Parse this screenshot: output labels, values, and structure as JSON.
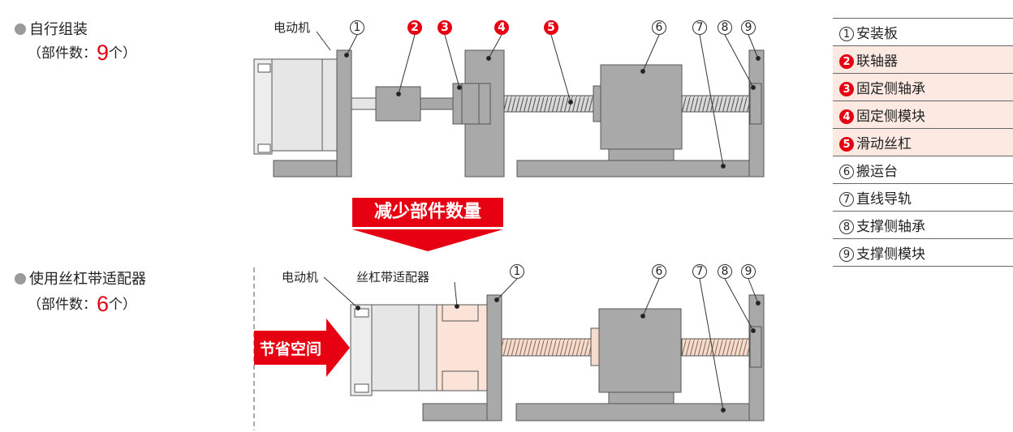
{
  "section1": {
    "title": "自行组装",
    "count_prefix": "（部件数：",
    "count_value": "9",
    "count_suffix": "个）"
  },
  "section2": {
    "title": "使用丝杠带适配器",
    "count_prefix": "（部件数：",
    "count_value": "6",
    "count_suffix": "个）"
  },
  "diagram1": {
    "motor_label": "电动机",
    "markers": [
      "①",
      "❷",
      "❸",
      "❹",
      "❺",
      "⑥",
      "⑦",
      "⑧",
      "⑨"
    ]
  },
  "diagram2": {
    "motor_label": "电动机",
    "adapter_label": "丝杠带适配器",
    "markers": [
      "①",
      "⑥",
      "⑦",
      "⑧",
      "⑨"
    ]
  },
  "banner": "减少部件数量",
  "space_arrow": "节省空间",
  "legend": [
    {
      "num": "1",
      "label": "安装板",
      "highlight": false
    },
    {
      "num": "2",
      "label": "联轴器",
      "highlight": true
    },
    {
      "num": "3",
      "label": "固定侧轴承",
      "highlight": true
    },
    {
      "num": "4",
      "label": "固定侧模块",
      "highlight": true
    },
    {
      "num": "5",
      "label": "滑动丝杠",
      "highlight": true
    },
    {
      "num": "6",
      "label": "搬运台",
      "highlight": false
    },
    {
      "num": "7",
      "label": "直线导轨",
      "highlight": false
    },
    {
      "num": "8",
      "label": "支撑侧轴承",
      "highlight": false
    },
    {
      "num": "9",
      "label": "支撑侧模块",
      "highlight": false
    }
  ],
  "colors": {
    "accent": "#e60012",
    "part_gray": "#a9a9aa",
    "motor_gray": "#e6e6e6",
    "adapter_pink": "#fbe3d8"
  }
}
